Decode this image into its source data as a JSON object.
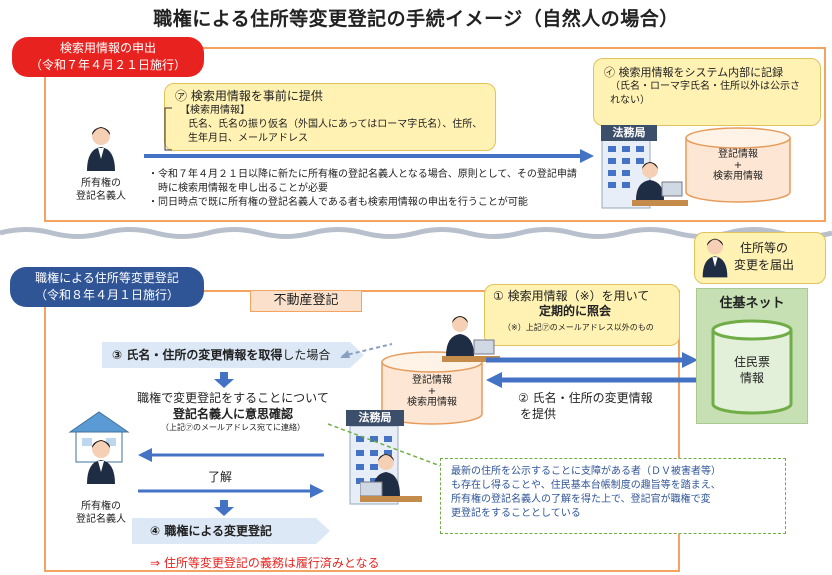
{
  "title": "職権による住所等変更登記の手続イメージ（自然人の場合）",
  "top": {
    "tag": [
      "検索用情報の申出",
      "（令和７年４月２１日施行）"
    ],
    "callout_a": {
      "heading": "㋐ 検索用情報を事前に提供",
      "label": "【検索用情報】",
      "body": [
        "氏名、氏名の振り仮名（外国人にあってはローマ字氏名）、住所、",
        "生年月日、メールアドレス"
      ]
    },
    "callout_b": {
      "heading": "㋑ 検索用情報をシステム内部に記録",
      "body": [
        "（氏名・ローマ字氏名・住所以外は公示さ",
        "れない）"
      ]
    },
    "person_label": [
      "所有権の",
      "登記名義人"
    ],
    "notes": [
      "・令和７年４月２１日以降に新たに所有権の登記名義人となる場合、原則として、その登記申請",
      "　時に検索用情報を申し出ることが必要",
      "・同日時点で既に所有権の登記名義人である者も検索用情報の申出を行うことが可能"
    ],
    "office_sign": "法務局",
    "db": [
      "登記情報",
      "+",
      "検索用情報"
    ]
  },
  "bottom": {
    "tag": [
      "職権による住所等変更登記",
      "（令和８年４月１日施行）"
    ],
    "section_label": "不動産登記",
    "step1": {
      "line1": "① 検索用情報（※）を用いて",
      "line2": "定期的に照会",
      "note": "（※）上記㋐のメールアドレス以外のもの"
    },
    "step2": [
      "② 氏名・住所の変更情報",
      "を提供"
    ],
    "step3": {
      "bold": "③ 氏名・住所の変更情報を取得",
      "rest": "した場合"
    },
    "confirm": {
      "line1": "職権で変更登記をすることについて",
      "line2": "登記名義人に意思確認",
      "note": "（上記㋐のメールアドレス宛てに連絡）"
    },
    "agree": "了解",
    "step4": "④ 職権による変更登記",
    "result": "⇒ 住所等変更登記の義務は履行済みとなる",
    "db": [
      "登記情報",
      "+",
      "検索用情報"
    ],
    "office_sign": "法務局",
    "person_label": [
      "所有権の",
      "登記名義人"
    ],
    "resident_callout": [
      "住所等の",
      "変更を届出"
    ],
    "juki": "住基ネット",
    "juki_db": [
      "住民票",
      "情報"
    ],
    "dv_note": [
      "最新の住所を公示することに支障がある者（ＤＶ被害者等）",
      "も存在し得ることや、住民基本台帳制度の趣旨等を踏まえ、",
      "所有権の登記名義人の了解を得た上で、登記官が職権で変",
      "更登記をすることとしている"
    ]
  },
  "colors": {
    "red": "#e8231f",
    "navy": "#2f5597",
    "orange": "#f4a460",
    "yellow": "#fff2b3",
    "green": "#c6e0b4",
    "blue": "#4472c4"
  }
}
